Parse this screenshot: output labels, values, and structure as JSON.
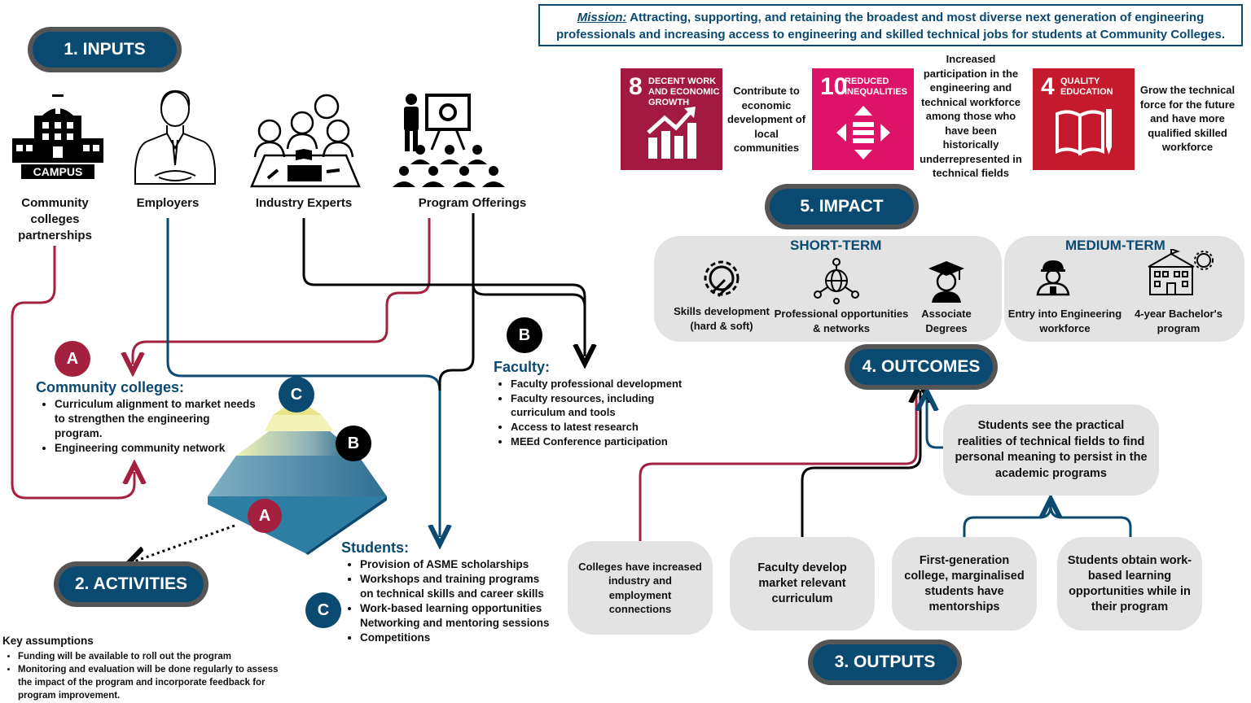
{
  "mission": {
    "label": "Mission:",
    "text": " Attracting, supporting, and retaining the broadest and most diverse next generation of engineering professionals and increasing access to engineering and skilled technical jobs for students at Community Colleges."
  },
  "stages": {
    "inputs": "1. INPUTS",
    "activities": "2. ACTIVITIES",
    "outputs": "3. OUTPUTS",
    "outcomes": "4. OUTCOMES",
    "impact": "5. IMPACT"
  },
  "inputs": [
    {
      "label": "Community colleges partnerships",
      "icon": "campus-icon"
    },
    {
      "label": "Employers",
      "icon": "businessman-icon"
    },
    {
      "label": "Industry Experts",
      "icon": "meeting-icon"
    },
    {
      "label": "Program Offerings",
      "icon": "presentation-icon"
    }
  ],
  "campus_sign": "CAMPUS",
  "badges": {
    "a": "A",
    "b": "B",
    "c": "C"
  },
  "community_colleges": {
    "title": "Community colleges:",
    "items": [
      "Curriculum alignment to market needs to strengthen the engineering program.",
      "Engineering community network"
    ]
  },
  "faculty": {
    "title": "Faculty:",
    "items": [
      "Faculty professional development",
      "Faculty resources, including curriculum and tools",
      "Access to latest research",
      "MEEd Conference participation"
    ]
  },
  "students": {
    "title": "Students:",
    "items": [
      "Provision of ASME scholarships",
      "Workshops and training programs on technical skills and career skills",
      "Work-based learning opportunities Networking and mentoring sessions",
      "Competitions"
    ]
  },
  "assumptions": {
    "title": "Key assumptions",
    "items": [
      "Funding will be available to roll out the program",
      "Monitoring and evaluation will be done regularly  to assess the impact of the program and incorporate feedback for program improvement."
    ]
  },
  "sdgs": [
    {
      "number": "8",
      "title": "DECENT WORK AND ECONOMIC GROWTH",
      "color": "#a21942",
      "icon": "growth-chart-icon",
      "text": "Contribute to economic development of local communities"
    },
    {
      "number": "10",
      "title": "REDUCED INEQUALITIES",
      "color": "#dd1367",
      "icon": "equality-arrows-icon",
      "text": "Increased participation in the engineering and technical workforce among those who have been historically underrepresented in technical fields"
    },
    {
      "number": "4",
      "title": "QUALITY EDUCATION",
      "color": "#c5192d",
      "icon": "book-pencil-icon",
      "text": "Grow the technical force for the future and have more qualified skilled workforce"
    }
  ],
  "impact": {
    "short_term": {
      "title": "SHORT-TERM",
      "items": [
        {
          "label": "Skills development (hard & soft)",
          "icon": "gear-tools-icon"
        },
        {
          "label": "Professional opportunities & networks",
          "icon": "network-globe-icon"
        },
        {
          "label": "Associate Degrees",
          "icon": "graduate-icon"
        }
      ]
    },
    "medium_term": {
      "title": "MEDIUM-TERM",
      "items": [
        {
          "label": "Entry into Engineering workforce",
          "icon": "engineer-icon"
        },
        {
          "label": "4-year Bachelor's program",
          "icon": "university-icon"
        }
      ]
    }
  },
  "outcome_box": "Students see the practical realities of technical fields to find personal meaning to persist in the academic programs",
  "outputs": [
    "Colleges have increased industry and employment connections",
    "Faculty develop market relevant curriculum",
    "First-generation college, marginalised students have mentorships",
    "Students obtain work-based learning opportunities while in their program"
  ],
  "colors": {
    "navy": "#0b4a70",
    "crimson": "#a3213f",
    "black": "#000000",
    "box_gray": "#e3e3e3"
  }
}
